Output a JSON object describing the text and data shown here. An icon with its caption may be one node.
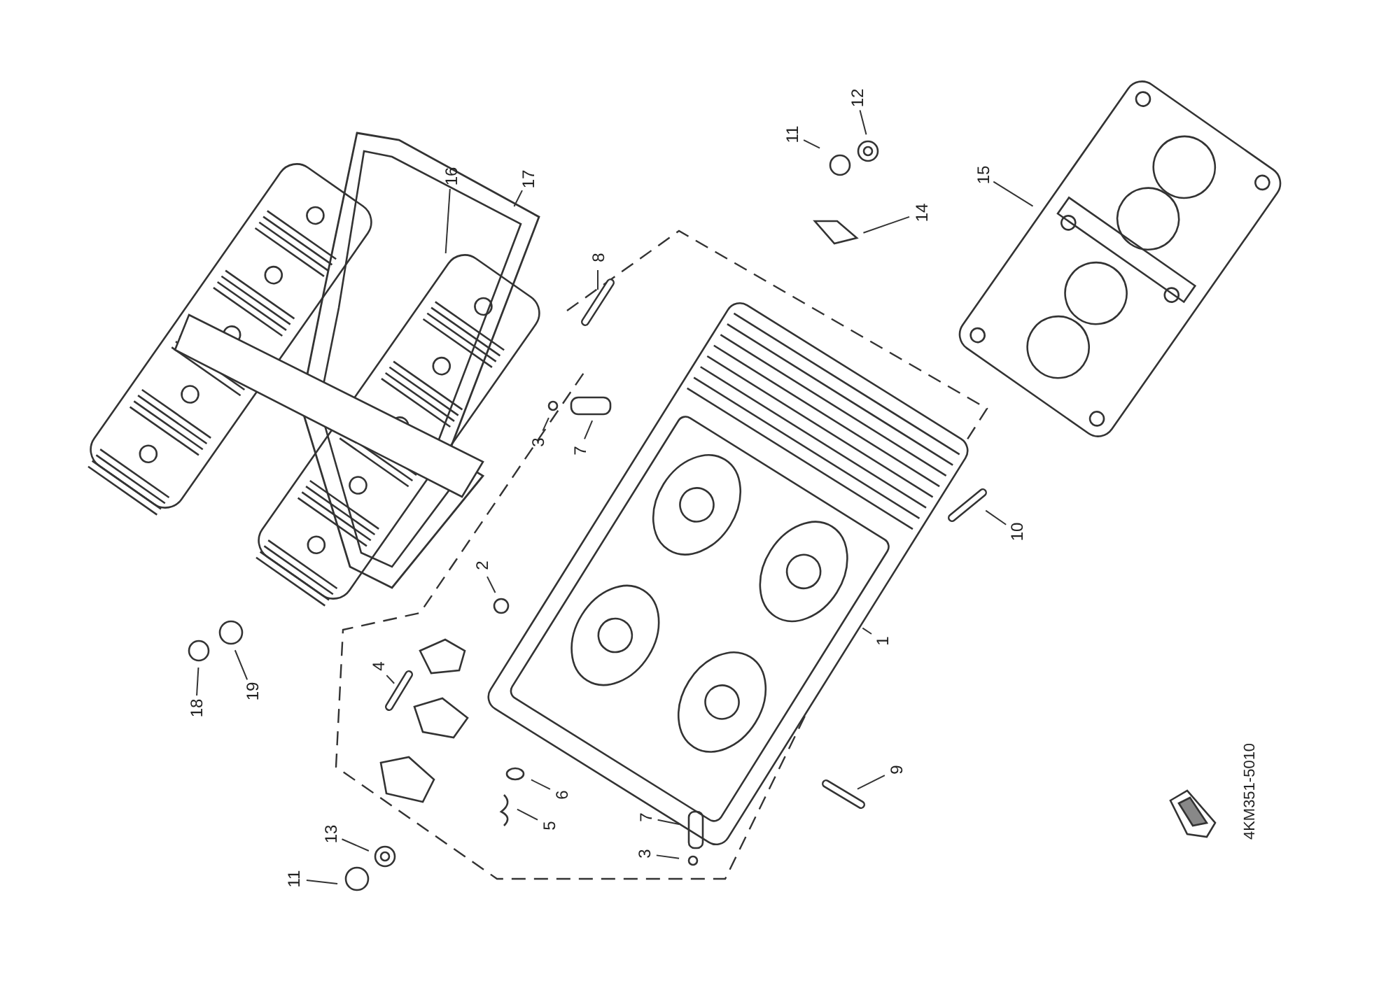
{
  "diagram": {
    "nodes": [
      {
        "text": [
          "12"
        ]
      },
      {
        "text": [
          "11"
        ]
      },
      {
        "text": [
          "17"
        ]
      },
      {
        "text": [
          "16"
        ]
      },
      {
        "text": [
          "15"
        ]
      },
      {
        "text": [
          "14"
        ]
      },
      {
        "text": [
          "8"
        ]
      },
      {
        "text": [
          "3"
        ]
      },
      {
        "text": [
          "7"
        ]
      },
      {
        "text": [
          "10"
        ]
      },
      {
        "text": [
          "2"
        ]
      },
      {
        "text": [
          "1"
        ]
      },
      {
        "text": [
          "4"
        ]
      },
      {
        "text": [
          "19"
        ]
      },
      {
        "text": [
          "18"
        ]
      },
      {
        "text": [
          "9"
        ]
      },
      {
        "text": [
          "6"
        ]
      },
      {
        "text": [
          "7"
        ]
      },
      {
        "text": [
          "5"
        ]
      },
      {
        "text": [
          "3"
        ]
      },
      {
        "text": [
          "13"
        ]
      },
      {
        "text": [
          "11"
        ]
      }
    ],
    "edges": [
      {
        "from": 0,
        "to": null,
        "arrow": "none"
      },
      {
        "from": 1,
        "to": null,
        "arrow": "none"
      },
      {
        "from": 2,
        "to": null,
        "arrow": "none"
      },
      {
        "from": 3,
        "to": null,
        "arrow": "none"
      },
      {
        "from": 4,
        "to": null,
        "arrow": "none"
      },
      {
        "from": 5,
        "to": null,
        "arrow": "none"
      },
      {
        "from": 6,
        "to": null,
        "arrow": "none"
      },
      {
        "from": 7,
        "to": null,
        "arrow": "none"
      },
      {
        "from": 8,
        "to": null,
        "arrow": "none"
      },
      {
        "from": 9,
        "to": null,
        "arrow": "none"
      },
      {
        "from": 10,
        "to": null,
        "arrow": "none"
      },
      {
        "from": 11,
        "to": null,
        "arrow": "none"
      },
      {
        "from": 12,
        "to": null,
        "arrow": "none"
      },
      {
        "from": 13,
        "to": null,
        "arrow": "none"
      },
      {
        "from": 14,
        "to": null,
        "arrow": "none"
      },
      {
        "from": 15,
        "to": null,
        "arrow": "none"
      },
      {
        "from": 16,
        "to": null,
        "arrow": "none"
      },
      {
        "from": 17,
        "to": null,
        "arrow": "none"
      },
      {
        "from": 18,
        "to": null,
        "arrow": "none"
      },
      {
        "from": 19,
        "to": null,
        "arrow": "none"
      },
      {
        "from": 20,
        "to": null,
        "arrow": "none"
      },
      {
        "from": 21,
        "to": null,
        "arrow": "none"
      }
    ],
    "labels": [
      "4KM351-5010"
    ]
  }
}
